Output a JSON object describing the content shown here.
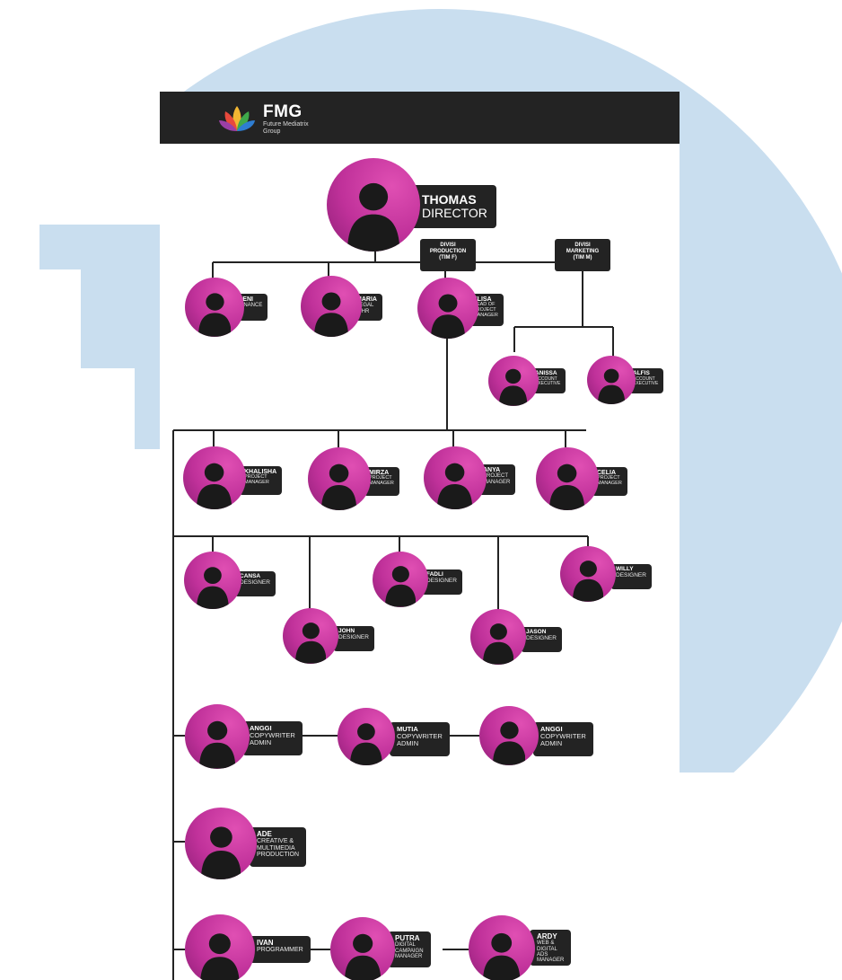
{
  "brand": {
    "name": "FMG",
    "subtitle": "Future Mediatrix Group"
  },
  "colors": {
    "accent": "#c0319a",
    "dark": "#232323",
    "background_circle": "#c9deef"
  },
  "divisions": {
    "production": "DIVISI\nPRODUCTION\n(TIM F)",
    "marketing": "DIVISI\nMARKETING\n(TIM M)"
  },
  "people": [
    {
      "name": "THOMAS",
      "role": "DIRECTOR"
    },
    {
      "name": "LENI",
      "role": "FINANCE"
    },
    {
      "name": "MARIA",
      "role": "LEGAL & HR"
    },
    {
      "name": "ELISA",
      "role": "HEAD OF\nPROJECT\nMANAGER"
    },
    {
      "name": "ANISSA",
      "role": "ACCOUNT\nEXECUTIVE"
    },
    {
      "name": "ALFIS",
      "role": "ACCOUNT\nEXECUTIVE"
    },
    {
      "name": "KHALISHA",
      "role": "PROJECT\nMANAGER"
    },
    {
      "name": "MIRZA",
      "role": "PROJECT\nMANAGER"
    },
    {
      "name": "ANYA",
      "role": "PROJECT\nMANAGER"
    },
    {
      "name": "CELIA",
      "role": "PROJECT\nMANAGER"
    },
    {
      "name": "CANSA",
      "role": "DESIGNER"
    },
    {
      "name": "FADLI",
      "role": "DESIGNER"
    },
    {
      "name": "WILLY",
      "role": "DESIGNER"
    },
    {
      "name": "JOHN",
      "role": "DESIGNER"
    },
    {
      "name": "JASON",
      "role": "DESIGNER"
    },
    {
      "name": "ANGGI",
      "role": "COPYWRITER\nADMIN"
    },
    {
      "name": "MUTIA",
      "role": "COPYWRITER\nADMIN"
    },
    {
      "name": "ANGGI",
      "role": "COPYWRITER\nADMIN"
    },
    {
      "name": "ADE",
      "role": "CREATIVE &\nMULTIMEDIA\nPRODUCTION"
    },
    {
      "name": "IVAN",
      "role": "PROGRAMMER"
    },
    {
      "name": "PUTRA",
      "role": "DIGITAL\nCAMPAIGN\nMANAGER"
    },
    {
      "name": "ARDY",
      "role": "WEB &\nDIGITAL ADS\nMANAGER"
    }
  ]
}
